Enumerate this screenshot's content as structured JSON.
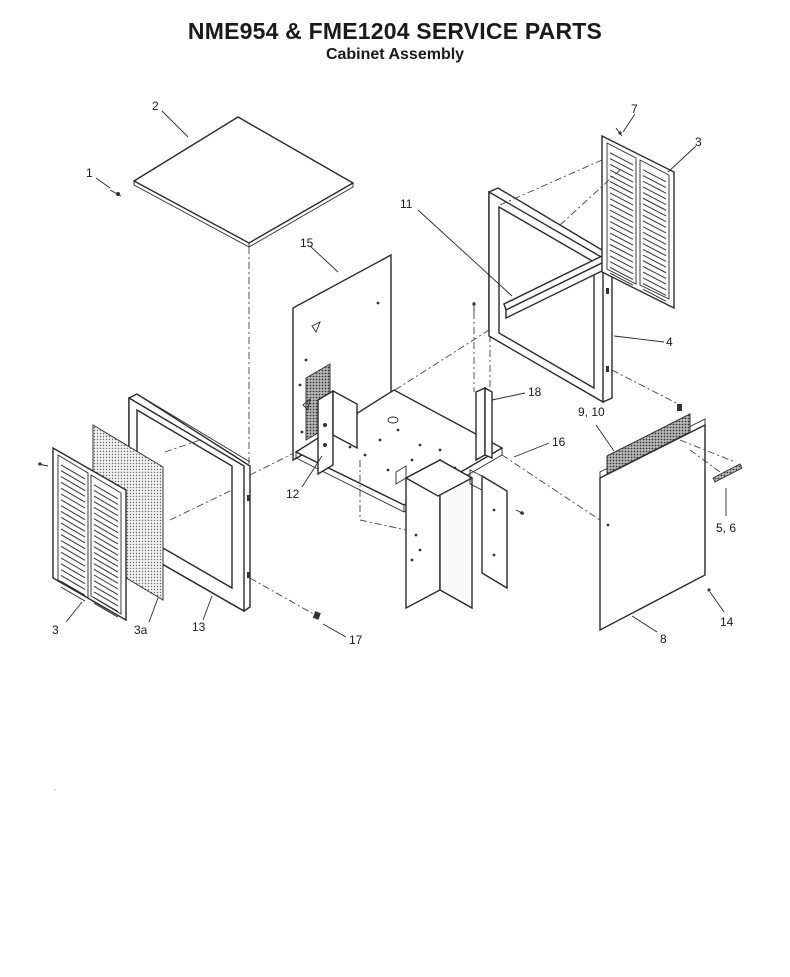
{
  "header": {
    "title": "NME954 & FME1204 SERVICE PARTS",
    "subtitle": "Cabinet Assembly"
  },
  "callouts": [
    {
      "id": "c1",
      "label": "1"
    },
    {
      "id": "c2",
      "label": "2"
    },
    {
      "id": "c3a-top",
      "label": "3"
    },
    {
      "id": "c4",
      "label": "4"
    },
    {
      "id": "c7",
      "label": "7"
    },
    {
      "id": "c11",
      "label": "11"
    },
    {
      "id": "c15",
      "label": "15"
    },
    {
      "id": "c18",
      "label": "18"
    },
    {
      "id": "c16",
      "label": "16"
    },
    {
      "id": "c910",
      "label": "9, 10"
    },
    {
      "id": "c56",
      "label": "5, 6"
    },
    {
      "id": "c12",
      "label": "12"
    },
    {
      "id": "c3-bottom",
      "label": "3"
    },
    {
      "id": "c3a",
      "label": "3a"
    },
    {
      "id": "c13",
      "label": "13"
    },
    {
      "id": "c17",
      "label": "17"
    },
    {
      "id": "c14",
      "label": "14"
    },
    {
      "id": "c8",
      "label": "8"
    }
  ]
}
